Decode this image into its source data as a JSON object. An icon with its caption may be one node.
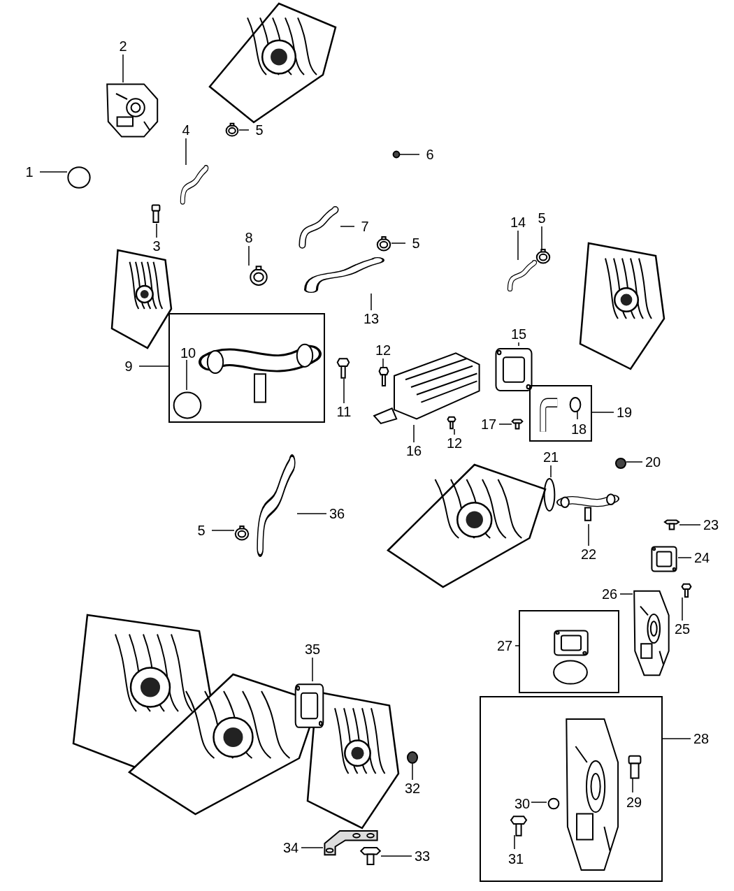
{
  "diagram": {
    "nodes": [
      {
        "text": [
          "1"
        ]
      },
      {
        "text": [],
        "shape": "circle"
      },
      {
        "text": [
          "2"
        ]
      },
      {
        "text": [],
        "shape": "picture"
      },
      {
        "text": [
          "3"
        ]
      },
      {
        "text": [],
        "shape": "picture"
      },
      {
        "text": [
          "4"
        ]
      },
      {
        "text": [],
        "shape": "picture"
      },
      {
        "text": [
          "5"
        ]
      },
      {
        "text": [],
        "shape": "picture"
      },
      {
        "text": [
          "6"
        ]
      },
      {
        "text": [],
        "shape": "circle"
      },
      {
        "text": [
          "7"
        ]
      },
      {
        "text": [],
        "shape": "picture"
      },
      {
        "text": [
          "8"
        ]
      },
      {
        "text": [],
        "shape": "picture"
      },
      {
        "text": [
          "5"
        ]
      },
      {
        "text": [],
        "shape": "picture"
      },
      {
        "text": [
          "13"
        ]
      },
      {
        "text": [],
        "shape": "picture"
      },
      {
        "text": [
          "14"
        ]
      },
      {
        "text": [],
        "shape": "picture"
      },
      {
        "text": [
          "5"
        ]
      },
      {
        "text": [],
        "shape": "picture"
      },
      {
        "text": [
          "15"
        ]
      },
      {
        "text": [],
        "shape": "picture"
      },
      {
        "text": [
          "12"
        ]
      },
      {
        "text": [],
        "shape": "picture"
      },
      {
        "text": [
          "11"
        ]
      },
      {
        "text": [],
        "shape": "picture"
      },
      {
        "text": [
          "9"
        ]
      },
      {
        "text": [],
        "shape": "box"
      },
      {
        "text": [
          "10"
        ],
        "in": 31
      },
      {
        "text": [],
        "shape": "circle",
        "in": 31
      },
      {
        "text": [],
        "shape": "picture",
        "in": 31
      },
      {
        "text": [
          "16"
        ]
      },
      {
        "text": [],
        "shape": "picture"
      },
      {
        "text": [
          "12"
        ]
      },
      {
        "text": [],
        "shape": "picture"
      },
      {
        "text": [
          "17"
        ]
      },
      {
        "text": [],
        "shape": "picture"
      },
      {
        "text": [
          "19"
        ]
      },
      {
        "text": [],
        "shape": "box"
      },
      {
        "text": [
          "18"
        ],
        "in": 42
      },
      {
        "text": [],
        "shape": "picture",
        "in": 42
      },
      {
        "text": [],
        "shape": "circle",
        "in": 42
      },
      {
        "text": [
          "20"
        ]
      },
      {
        "text": [],
        "shape": "circle"
      },
      {
        "text": [
          "21"
        ]
      },
      {
        "text": [],
        "shape": "circle"
      },
      {
        "text": [
          "22"
        ]
      },
      {
        "text": [],
        "shape": "picture"
      },
      {
        "text": [
          "23"
        ]
      },
      {
        "text": [],
        "shape": "picture"
      },
      {
        "text": [
          "24"
        ]
      },
      {
        "text": [],
        "shape": "picture"
      },
      {
        "text": [
          "25"
        ]
      },
      {
        "text": [],
        "shape": "picture"
      },
      {
        "text": [
          "26"
        ]
      },
      {
        "text": [],
        "shape": "picture"
      },
      {
        "text": [
          "27"
        ]
      },
      {
        "text": [],
        "shape": "box"
      },
      {
        "text": [],
        "shape": "picture",
        "in": 61
      },
      {
        "text": [],
        "shape": "circle",
        "in": 61
      },
      {
        "text": [
          "28"
        ]
      },
      {
        "text": [],
        "shape": "box"
      },
      {
        "text": [
          "29"
        ],
        "in": 65
      },
      {
        "text": [],
        "shape": "picture",
        "in": 65
      },
      {
        "text": [
          "30"
        ],
        "in": 65
      },
      {
        "text": [],
        "shape": "circle",
        "in": 65
      },
      {
        "text": [
          "31"
        ],
        "in": 65
      },
      {
        "text": [],
        "shape": "picture",
        "in": 65
      },
      {
        "text": [],
        "shape": "picture",
        "in": 65
      },
      {
        "text": [
          "32"
        ]
      },
      {
        "text": [],
        "shape": "circle"
      },
      {
        "text": [
          "33"
        ]
      },
      {
        "text": [],
        "shape": "picture"
      },
      {
        "text": [
          "34"
        ]
      },
      {
        "text": [],
        "shape": "picture"
      },
      {
        "text": [
          "35"
        ]
      },
      {
        "text": [],
        "shape": "picture"
      },
      {
        "text": [
          "36"
        ]
      },
      {
        "text": [],
        "shape": "picture"
      },
      {
        "text": [
          "5"
        ]
      },
      {
        "text": [],
        "shape": "picture"
      }
    ],
    "edges": [
      {
        "from": 0,
        "to": 1,
        "arrow": "none"
      },
      {
        "from": 2,
        "to": 3,
        "arrow": "none"
      },
      {
        "from": 4,
        "to": 5,
        "arrow": "none"
      },
      {
        "from": 6,
        "to": 7,
        "arrow": "none"
      },
      {
        "from": 8,
        "to": 9,
        "arrow": "none"
      },
      {
        "from": 10,
        "to": 11,
        "arrow": "none"
      },
      {
        "from": 12,
        "to": 13,
        "arrow": "none"
      },
      {
        "from": 14,
        "to": 15,
        "arrow": "none"
      },
      {
        "from": 16,
        "to": 17,
        "arrow": "none"
      },
      {
        "from": 18,
        "to": 19,
        "arrow": "none"
      },
      {
        "from": 20,
        "to": 21,
        "arrow": "none"
      },
      {
        "from": 22,
        "to": 23,
        "arrow": "none"
      },
      {
        "from": 24,
        "to": 25,
        "arrow": "none"
      },
      {
        "from": 26,
        "to": 27,
        "arrow": "none"
      },
      {
        "from": 28,
        "to": 29,
        "arrow": "none"
      },
      {
        "from": 30,
        "to": 31,
        "arrow": "none"
      },
      {
        "from": 32,
        "to": 33,
        "arrow": "none"
      },
      {
        "from": 35,
        "to": 36,
        "arrow": "none"
      },
      {
        "from": 37,
        "to": 38,
        "arrow": "none"
      },
      {
        "from": 39,
        "to": 40,
        "arrow": "none"
      },
      {
        "from": 41,
        "to": 42,
        "arrow": "none"
      },
      {
        "from": 43,
        "to": 45,
        "arrow": "none"
      },
      {
        "from": 46,
        "to": 47,
        "arrow": "none"
      },
      {
        "from": 48,
        "to": 49,
        "arrow": "none"
      },
      {
        "from": 50,
        "to": 51,
        "arrow": "none"
      },
      {
        "from": 52,
        "to": 53,
        "arrow": "none"
      },
      {
        "from": 54,
        "to": 55,
        "arrow": "none"
      },
      {
        "from": 56,
        "to": 57,
        "arrow": "none"
      },
      {
        "from": 58,
        "to": 59,
        "arrow": "none"
      },
      {
        "from": 60,
        "to": 61,
        "arrow": "none"
      },
      {
        "from": 64,
        "to": 65,
        "arrow": "none"
      },
      {
        "from": 66,
        "to": 67,
        "arrow": "none"
      },
      {
        "from": 68,
        "to": 69,
        "arrow": "none"
      },
      {
        "from": 70,
        "to": 71,
        "arrow": "none"
      },
      {
        "from": 73,
        "to": 74,
        "arrow": "none"
      },
      {
        "from": 75,
        "to": 76,
        "arrow": "none"
      },
      {
        "from": 77,
        "to": 78,
        "arrow": "none"
      },
      {
        "from": 79,
        "to": 80,
        "arrow": "none"
      },
      {
        "from": 81,
        "to": 82,
        "arrow": "none"
      },
      {
        "from": 83,
        "to": 84,
        "arrow": "none"
      }
    ]
  }
}
